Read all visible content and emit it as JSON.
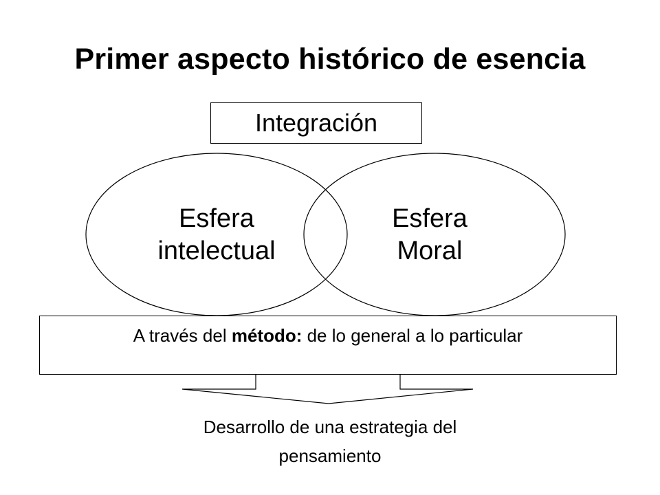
{
  "title": "Primer aspecto histórico de esencia",
  "top_box": "Integración",
  "ellipse_left": {
    "line1": "Esfera",
    "line2": "intelectual"
  },
  "ellipse_right": {
    "line1": "Esfera",
    "line2": "Moral"
  },
  "method_box": {
    "prefix": "A través del ",
    "bold": "método:",
    "suffix": " de lo general a lo particular"
  },
  "bottom_text": {
    "line1": "Desarrollo de una estrategia del",
    "line2": "pensamiento"
  }
}
